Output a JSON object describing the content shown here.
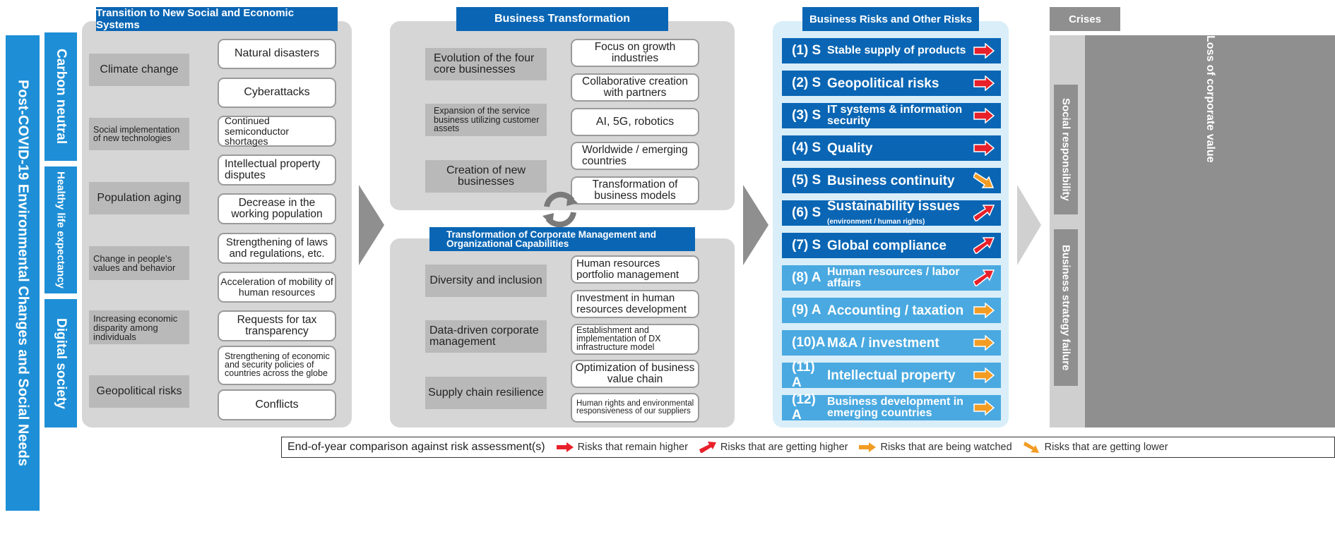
{
  "left": {
    "main_title": "Post-COVID-19 Environmental Changes and Social Needs",
    "themes": [
      "Carbon neutral",
      "Healthy life expectancy",
      "Digital society"
    ]
  },
  "transition": {
    "header": "Transition to New Social and Economic Systems",
    "gray": [
      "Climate change",
      "Social implementation of new technologies",
      "Population aging",
      "Change in people’s values and behavior",
      "Increasing economic disparity among individuals",
      "Geopolitical risks"
    ],
    "white": [
      "Natural disasters",
      "Cyberattacks",
      "Continued semiconductor shortages",
      "Intellectual property disputes",
      "Decrease in the working population",
      "Strengthening of laws and regulations, etc.",
      "Acceleration of mobility of human resources",
      "Requests for tax transparency",
      "Strengthening of economic and security policies of countries across the globe",
      "Conflicts"
    ]
  },
  "business": {
    "header": "Business Transformation",
    "gray": [
      "Evolution of the four core businesses",
      "Expansion of the service business utilizing customer assets",
      "Creation of new businesses"
    ],
    "white": [
      "Focus on growth industries",
      "Collaborative creation with partners",
      "AI, 5G, robotics",
      "Worldwide / emerging countries",
      "Transformation of business models"
    ]
  },
  "corporate": {
    "header": "Transformation of Corporate Management and Organizational Capabilities",
    "gray": [
      "Diversity and inclusion",
      "Data-driven corporate management",
      "Supply chain resilience"
    ],
    "white": [
      "Human resources portfolio management",
      "Investment in human resources development",
      "Establishment and implementation of DX infrastructure model",
      "Optimization of business value chain",
      "Human rights and environmental responsiveness of our suppliers"
    ]
  },
  "risks": {
    "header": "Business Risks and Other Risks",
    "items": [
      {
        "num": "(1) S",
        "label": "Stable supply of products",
        "trend": "higher"
      },
      {
        "num": "(2) S",
        "label": "Geopolitical risks",
        "trend": "higher"
      },
      {
        "num": "(3) S",
        "label": "IT systems & information security",
        "trend": "higher"
      },
      {
        "num": "(4) S",
        "label": "Quality",
        "trend": "higher"
      },
      {
        "num": "(5) S",
        "label": "Business continuity",
        "trend": "lower"
      },
      {
        "num": "(6) S",
        "label": "Sustainability issues",
        "sub": "(environment / human rights)",
        "trend": "getting-higher"
      },
      {
        "num": "(7) S",
        "label": "Global compliance",
        "trend": "getting-higher"
      },
      {
        "num": "(8) A",
        "label": "Human resources / labor affairs",
        "trend": "getting-higher"
      },
      {
        "num": "(9) A",
        "label": "Accounting / taxation",
        "trend": "watched"
      },
      {
        "num": "(10)A",
        "label": "M&A / investment",
        "trend": "watched"
      },
      {
        "num": "(11) A",
        "label": "Intellectual property",
        "trend": "watched"
      },
      {
        "num": "(12) A",
        "label": "Business development in emerging countries",
        "trend": "watched"
      }
    ]
  },
  "crises": {
    "header": "Crises",
    "items": [
      "Social responsibility",
      "Business strategy failure"
    ],
    "value": "Loss of corporate value"
  },
  "legend": {
    "title": "End-of-year comparison against risk assessment(s)",
    "items": [
      "Risks that remain higher",
      "Risks that are getting higher",
      "Risks that are being watched",
      "Risks that are getting lower"
    ]
  },
  "colors": {
    "red": "#e8202a",
    "orange": "#f39c23",
    "blue_dark": "#0a66b4",
    "blue_light": "#4aa9e0"
  }
}
